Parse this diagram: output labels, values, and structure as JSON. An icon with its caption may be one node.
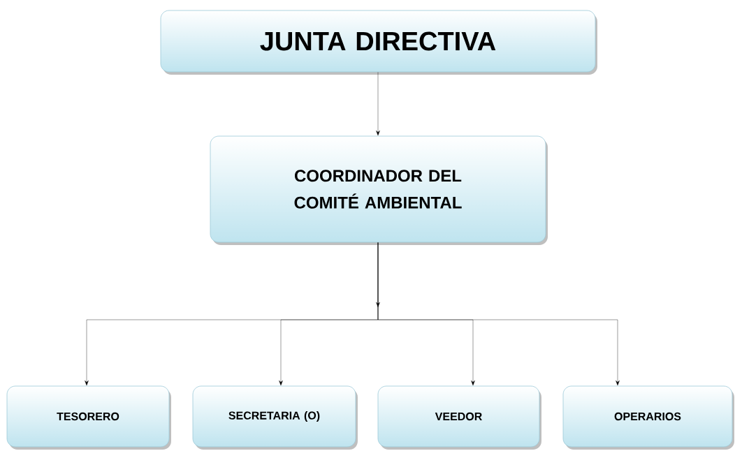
{
  "diagram": {
    "nodes": [
      {
        "text": [
          "JUNTA DIRECTIVA"
        ]
      },
      {
        "text": [
          "COORDINADOR DEL COMITÉ AMBIENTAL"
        ]
      },
      {
        "text": [
          "TESORERO"
        ]
      },
      {
        "text": [
          "SECRETARIA (O)"
        ]
      },
      {
        "text": [
          "VEEDOR"
        ]
      },
      {
        "text": [
          "OPERARIOS"
        ]
      }
    ],
    "edges": [
      {
        "from": 0,
        "to": 1,
        "arrow": "to"
      },
      {
        "from": 1,
        "to": 2,
        "arrow": "to"
      },
      {
        "from": 1,
        "to": 3,
        "arrow": "to"
      },
      {
        "from": 1,
        "to": 4,
        "arrow": "to"
      },
      {
        "from": 1,
        "to": 5,
        "arrow": "to"
      }
    ]
  }
}
